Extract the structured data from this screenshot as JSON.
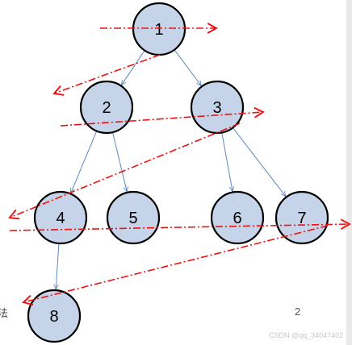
{
  "tree": {
    "nodes": [
      {
        "id": "n1",
        "label": "1"
      },
      {
        "id": "n2",
        "label": "2"
      },
      {
        "id": "n3",
        "label": "3"
      },
      {
        "id": "n4",
        "label": "4"
      },
      {
        "id": "n5",
        "label": "5"
      },
      {
        "id": "n6",
        "label": "6"
      },
      {
        "id": "n7",
        "label": "7"
      },
      {
        "id": "n8",
        "label": "8"
      }
    ],
    "edges": [
      [
        "n1",
        "n2"
      ],
      [
        "n1",
        "n3"
      ],
      [
        "n2",
        "n4"
      ],
      [
        "n2",
        "n5"
      ],
      [
        "n3",
        "n6"
      ],
      [
        "n3",
        "n7"
      ],
      [
        "n4",
        "n8"
      ]
    ],
    "traversal_order": [
      "1",
      "2",
      "3",
      "4",
      "5",
      "6",
      "7",
      "8"
    ]
  },
  "colors": {
    "node_fill": "#c5d4e8",
    "node_stroke": "#000000",
    "edge": "#5b87c0",
    "traversal_arrow": "#ee1111"
  },
  "page": {
    "left_glyph": "法",
    "page_number": "2",
    "watermark": "CSDN @qq_34047402"
  }
}
